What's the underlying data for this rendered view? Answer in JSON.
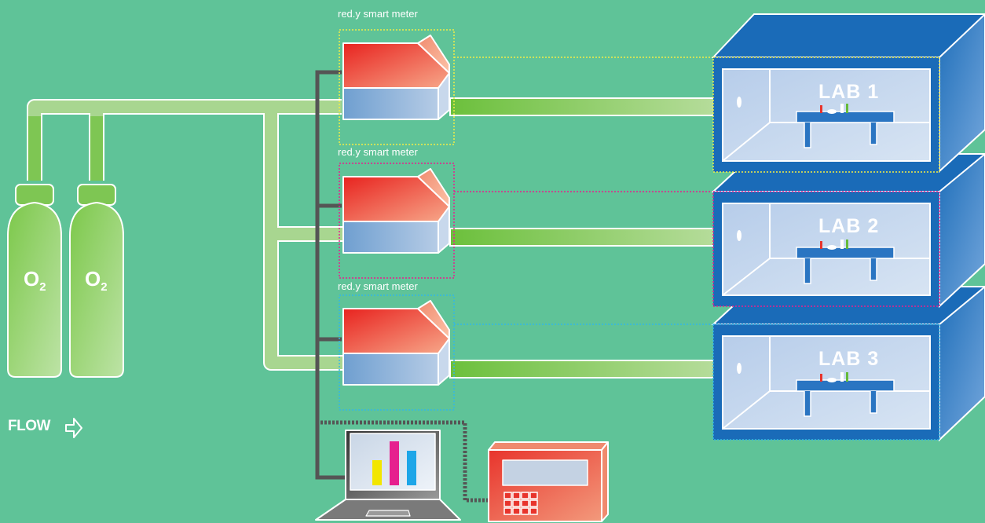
{
  "diagram": {
    "meter_label": "red.y smart meter",
    "flow_label": "FLOW",
    "cylinders": [
      {
        "label": "O",
        "subscript": "2"
      },
      {
        "label": "O",
        "subscript": "2"
      }
    ],
    "labs": [
      {
        "label": "LAB 1",
        "frame_color": "#f2ee45"
      },
      {
        "label": "LAB 2",
        "frame_color": "#e6208e"
      },
      {
        "label": "LAB 3",
        "frame_color": "#32b8e6"
      }
    ],
    "colors": {
      "background": "#5fc398",
      "pipe_light": "#a8d690",
      "pipe_dark": "#66bb3a",
      "meter_red": "#e8342c",
      "meter_blue": "#8bb2d8",
      "lab_blue": "#1a6bb8",
      "bar_colors": [
        "#f2e600",
        "#e6208e",
        "#1ea6e8"
      ]
    },
    "icons": [
      "gas-cylinder-icon",
      "flow-arrow-icon",
      "smart-meter-icon",
      "laptop-icon",
      "control-unit-icon",
      "lab-room-icon"
    ]
  }
}
